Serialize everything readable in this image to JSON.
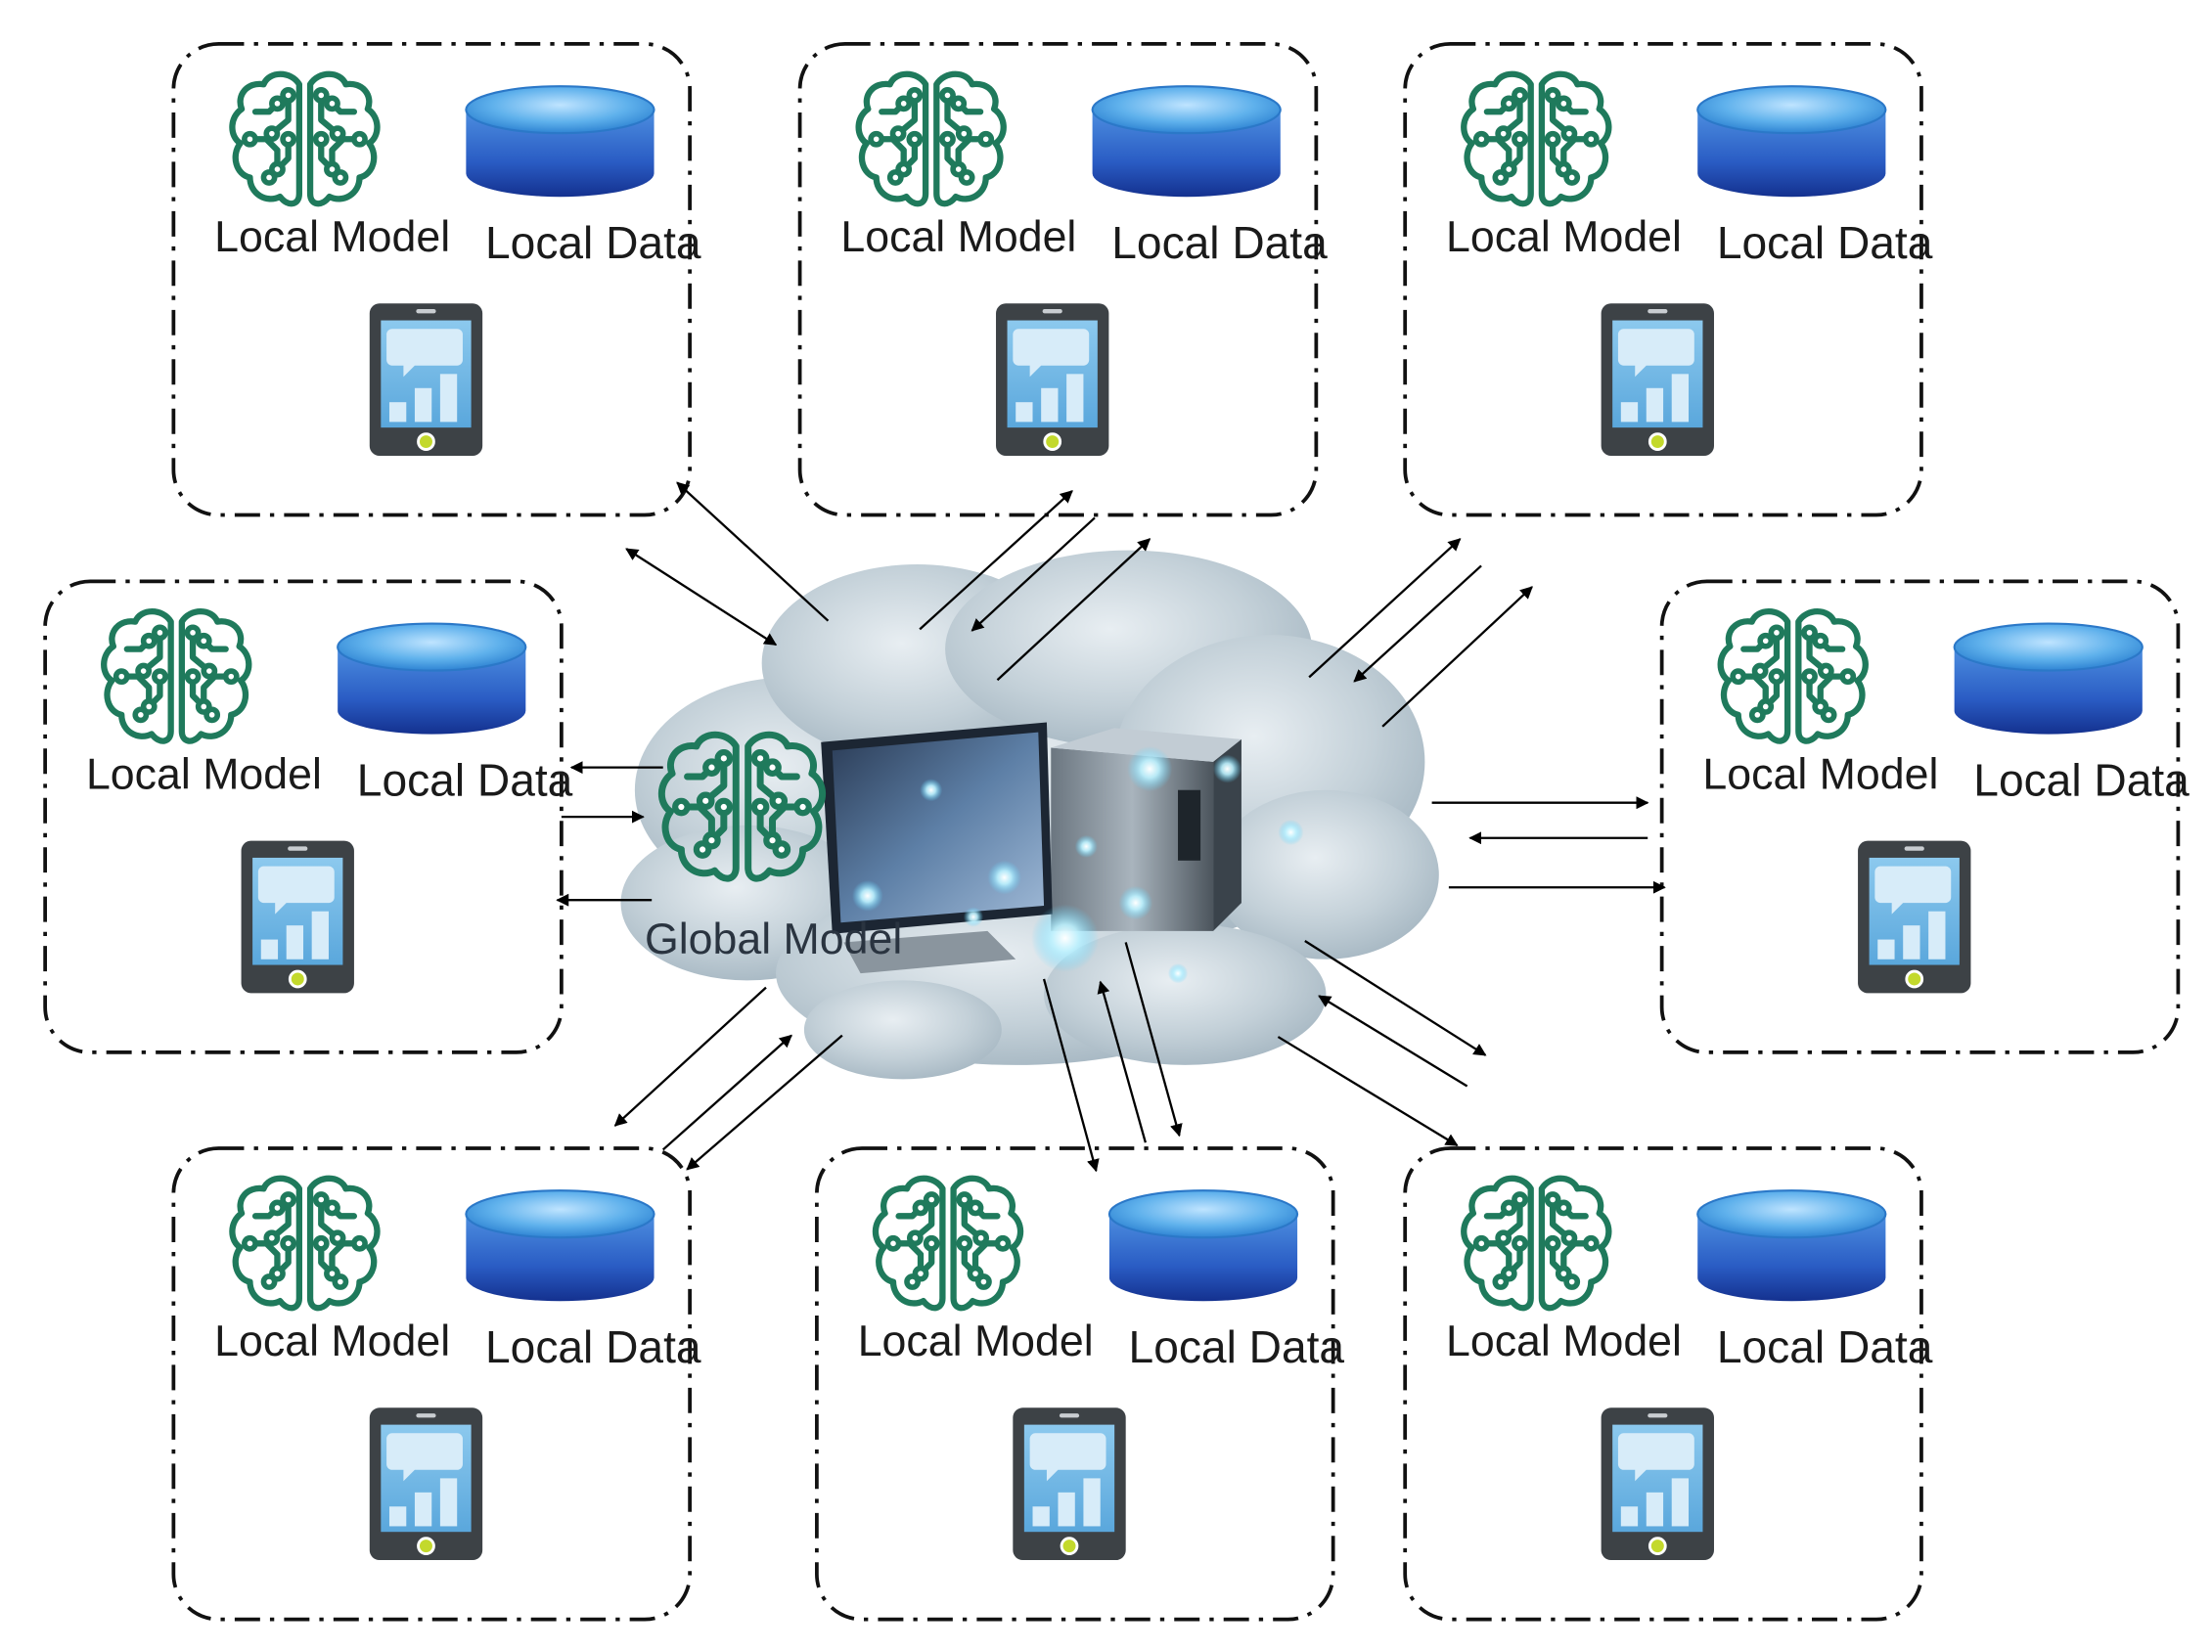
{
  "diagram": {
    "global_label": "Global Model",
    "client_model_label": "Local Model",
    "client_data_label": "Local Data"
  },
  "clients": [
    {
      "id": "top-left",
      "model_label": "Local Model",
      "data_label": "Local Data"
    },
    {
      "id": "top-center",
      "model_label": "Local Model",
      "data_label": "Local Data"
    },
    {
      "id": "top-right",
      "model_label": "Local Model",
      "data_label": "Local Data"
    },
    {
      "id": "middle-left",
      "model_label": "Local Model",
      "data_label": "Local Data"
    },
    {
      "id": "middle-right",
      "model_label": "Local Model",
      "data_label": "Local Data"
    },
    {
      "id": "bottom-left",
      "model_label": "Local Model",
      "data_label": "Local Data"
    },
    {
      "id": "bottom-center",
      "model_label": "Local Model",
      "data_label": "Local Data"
    },
    {
      "id": "bottom-right",
      "model_label": "Local Model",
      "data_label": "Local Data"
    }
  ],
  "icons": {
    "model": "brain-circuit-icon",
    "data": "database-icon",
    "device": "smartphone-icon",
    "server": "cloud-server-icon"
  },
  "colors": {
    "brain": "#1f7a5c",
    "database_top": "#4aa3e6",
    "database_body": "#1b3f9e",
    "phone_body": "#3d4246",
    "phone_screen": "#6fb5e2",
    "cloud": "#c4d1d8",
    "arrow": "#000000"
  }
}
